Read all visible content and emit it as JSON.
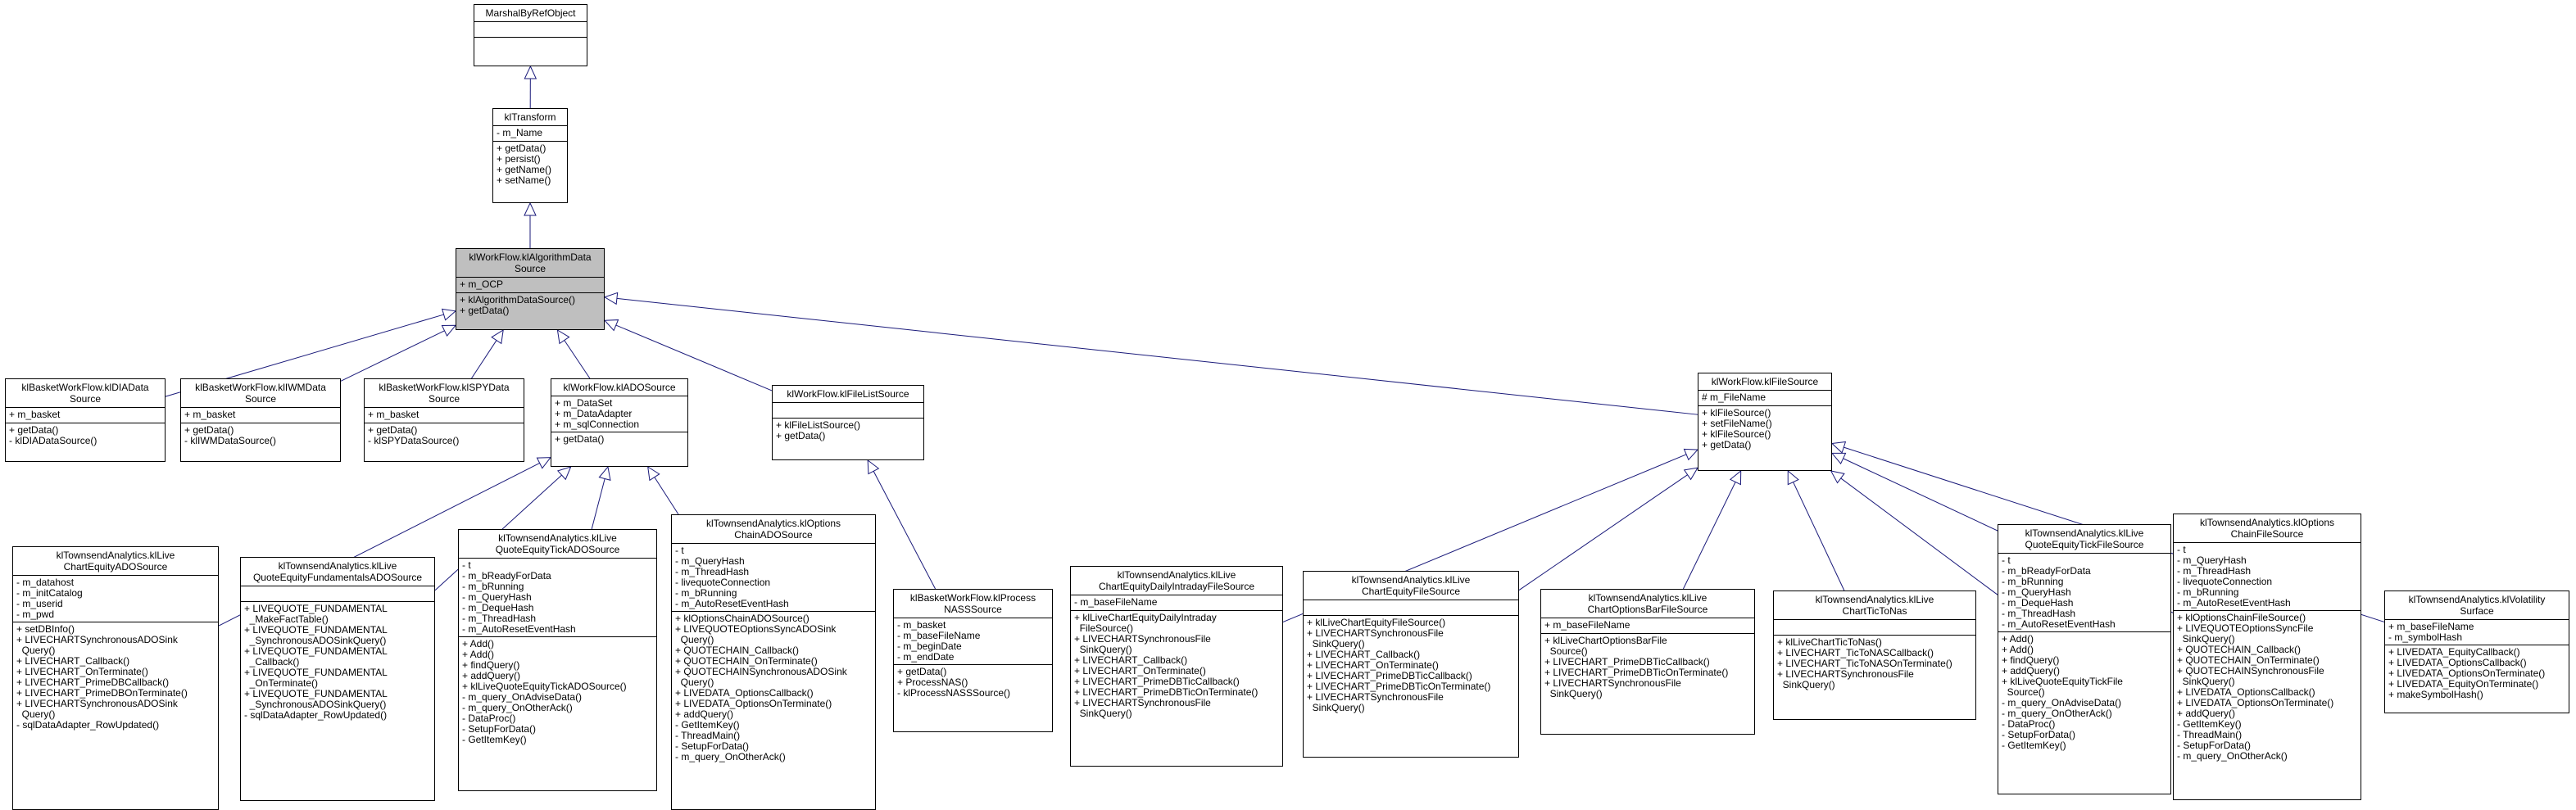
{
  "diagram": {
    "classes": [
      {
        "id": "marshal",
        "name": "MarshalByRefObject",
        "attributes": [],
        "operations": []
      },
      {
        "id": "transform",
        "name": "klTransform",
        "attributes": [
          "- m_Name"
        ],
        "operations": [
          "+ getData()",
          "+ persist()",
          "+ getName()",
          "+ setName()"
        ]
      },
      {
        "id": "algsrc",
        "name": "klWorkFlow.klAlgorithmData\nSource",
        "attributes": [
          "+ m_OCP"
        ],
        "operations": [
          "+ klAlgorithmDataSource()",
          "+ getData()"
        ],
        "highlight": true
      },
      {
        "id": "dia",
        "name": "klBasketWorkFlow.klDIAData\nSource",
        "attributes": [
          "+ m_basket"
        ],
        "operations": [
          "+ getData()",
          "- klDIADataSource()"
        ]
      },
      {
        "id": "iwm",
        "name": "klBasketWorkFlow.klIWMData\nSource",
        "attributes": [
          "+ m_basket"
        ],
        "operations": [
          "+ getData()",
          "- klIWMDataSource()"
        ]
      },
      {
        "id": "spy",
        "name": "klBasketWorkFlow.klSPYData\nSource",
        "attributes": [
          "+ m_basket"
        ],
        "operations": [
          "+ getData()",
          "- klSPYDataSource()"
        ]
      },
      {
        "id": "ado",
        "name": "klWorkFlow.klADOSource",
        "attributes": [
          "+ m_DataSet",
          "+ m_DataAdapter",
          "+ m_sqlConnection"
        ],
        "operations": [
          "+ getData()"
        ]
      },
      {
        "id": "filelist",
        "name": "klWorkFlow.klFileListSource",
        "attributes": [],
        "operations": [
          "+ klFileListSource()",
          "+ getData()"
        ]
      },
      {
        "id": "filesrc",
        "name": "klWorkFlow.klFileSource",
        "attributes": [
          "# m_FileName"
        ],
        "operations": [
          "+ klFileSource()",
          "+ setFileName()",
          "+ klFileSource()",
          "+ getData()"
        ]
      },
      {
        "id": "lceado",
        "name": "klTownsendAnalytics.klLive\nChartEquityADOSource",
        "attributes": [
          "- m_datahost",
          "- m_initCatalog",
          "- m_userid",
          "- m_pwd"
        ],
        "operations": [
          "+ setDBInfo()",
          "+ LIVECHARTSynchronousADOSink\n  Query()",
          "+ LIVECHART_Callback()",
          "+ LIVECHART_OnTerminate()",
          "+ LIVECHART_PrimeDBCallback()",
          "+ LIVECHART_PrimeDBOnTerminate()",
          "+ LIVECHARTSynchronousADOSink\n  Query()",
          "- sqlDataAdapter_RowUpdated()"
        ]
      },
      {
        "id": "lqefund",
        "name": "klTownsendAnalytics.klLive\nQuoteEquityFundamentalsADOSource",
        "attributes": [],
        "operations": [
          "+ LIVEQUOTE_FUNDAMENTAL\n  _MakeFactTable()",
          "+ LIVEQUOTE_FUNDAMENTAL\n  _SynchronousADOSinkQuery()",
          "+ LIVEQUOTE_FUNDAMENTAL\n  _Callback()",
          "+ LIVEQUOTE_FUNDAMENTAL\n  _OnTerminate()",
          "+ LIVEQUOTE_FUNDAMENTAL\n  _SynchronousADOSinkQuery()",
          "- sqlDataAdapter_RowUpdated()"
        ]
      },
      {
        "id": "lqetick",
        "name": "klTownsendAnalytics.klLive\nQuoteEquityTickADOSource",
        "attributes": [
          "- t",
          "- m_bReadyForData",
          "- m_bRunning",
          "- m_QueryHash",
          "- m_DequeHash",
          "- m_ThreadHash",
          "- m_AutoResetEventHash"
        ],
        "operations": [
          "+ Add()",
          "+ Add()",
          "+ findQuery()",
          "+ addQuery()",
          "+ klLiveQuoteEquityTickADOSource()",
          "- m_query_OnAdviseData()",
          "- m_query_OnOtherAck()",
          "- DataProc()",
          "- SetupForData()",
          "- GetItemKey()"
        ]
      },
      {
        "id": "ocado",
        "name": "klTownsendAnalytics.klOptions\nChainADOSource",
        "attributes": [
          "- t",
          "- m_QueryHash",
          "- m_ThreadHash",
          "- livequoteConnection",
          "- m_bRunning",
          "- m_AutoResetEventHash"
        ],
        "operations": [
          "+ klOptionsChainADOSource()",
          "+ LIVEQUOTEOptionsSyncADOSink\n  Query()",
          "+ QUOTECHAIN_Callback()",
          "+ QUOTECHAIN_OnTerminate()",
          "+ QUOTECHAINSynchronousADOSink\n  Query()",
          "+ LIVEDATA_OptionsCallback()",
          "+ LIVEDATA_OptionsOnTerminate()",
          "+ addQuery()",
          "- GetItemKey()",
          "- ThreadMain()",
          "- SetupForData()",
          "- m_query_OnOtherAck()"
        ]
      },
      {
        "id": "nass",
        "name": "klBasketWorkFlow.klProcess\nNASSSource",
        "attributes": [
          "- m_basket",
          "- m_baseFileName",
          "- m_beginDate",
          "- m_endDate"
        ],
        "operations": [
          "+ getData()",
          "+ ProcessNAS()",
          "- klProcessNASSSource()"
        ]
      },
      {
        "id": "lcedaily",
        "name": "klTownsendAnalytics.klLive\nChartEquityDailyIntradayFileSource",
        "attributes": [
          "- m_baseFileName"
        ],
        "operations": [
          "+ klLiveChartEquityDailyIntraday\n  FileSource()",
          "+ LIVECHARTSynchronousFile\n  SinkQuery()",
          "+ LIVECHART_Callback()",
          "+ LIVECHART_OnTerminate()",
          "+ LIVECHART_PrimeDBTicCallback()",
          "+ LIVECHART_PrimeDBTicOnTerminate()",
          "+ LIVECHARTSynchronousFile\n  SinkQuery()"
        ]
      },
      {
        "id": "lcefile",
        "name": "klTownsendAnalytics.klLive\nChartEquityFileSource",
        "attributes": [],
        "operations": [
          "+ klLiveChartEquityFileSource()",
          "+ LIVECHARTSynchronousFile\n  SinkQuery()",
          "+ LIVECHART_Callback()",
          "+ LIVECHART_OnTerminate()",
          "+ LIVECHART_PrimeDBTicCallback()",
          "+ LIVECHART_PrimeDBTicOnTerminate()",
          "+ LIVECHARTSynchronousFile\n  SinkQuery()"
        ]
      },
      {
        "id": "lcobar",
        "name": "klTownsendAnalytics.klLive\nChartOptionsBarFileSource",
        "attributes": [
          "+ m_baseFileName"
        ],
        "operations": [
          "+ klLiveChartOptionsBarFile\n  Source()",
          "+ LIVECHART_PrimeDBTicCallback()",
          "+ LIVECHART_PrimeDBTicOnTerminate()",
          "+ LIVECHARTSynchronousFile\n  SinkQuery()"
        ]
      },
      {
        "id": "lcticnas",
        "name": "klTownsendAnalytics.klLive\nChartTicToNas",
        "attributes": [],
        "operations": [
          "+ klLiveChartTicToNas()",
          "+ LIVECHART_TicToNASCallback()",
          "+ LIVECHART_TicToNASOnTerminate()",
          "+ LIVECHARTSynchronousFile\n  SinkQuery()"
        ]
      },
      {
        "id": "lqetickfile",
        "name": "klTownsendAnalytics.klLive\nQuoteEquityTickFileSource",
        "attributes": [
          "- t",
          "- m_bReadyForData",
          "- m_bRunning",
          "- m_QueryHash",
          "- m_DequeHash",
          "- m_ThreadHash",
          "- m_AutoResetEventHash"
        ],
        "operations": [
          "+ Add()",
          "+ Add()",
          "+ findQuery()",
          "+ addQuery()",
          "+ klLiveQuoteEquityTickFile\n  Source()",
          "- m_query_OnAdviseData()",
          "- m_query_OnOtherAck()",
          "- DataProc()",
          "- SetupForData()",
          "- GetItemKey()"
        ]
      },
      {
        "id": "ocfile",
        "name": "klTownsendAnalytics.klOptions\nChainFileSource",
        "attributes": [
          "- t",
          "- m_QueryHash",
          "- m_ThreadHash",
          "- livequoteConnection",
          "- m_bRunning",
          "- m_AutoResetEventHash"
        ],
        "operations": [
          "+ klOptionsChainFileSource()",
          "+ LIVEQUOTEOptionsSyncFile\n  SinkQuery()",
          "+ QUOTECHAIN_Callback()",
          "+ QUOTECHAIN_OnTerminate()",
          "+ QUOTECHAINSynchronousFile\n  SinkQuery()",
          "+ LIVEDATA_OptionsCallback()",
          "+ LIVEDATA_OptionsOnTerminate()",
          "+ addQuery()",
          "- GetItemKey()",
          "- ThreadMain()",
          "- SetupForData()",
          "- m_query_OnOtherAck()"
        ]
      },
      {
        "id": "vol",
        "name": "klTownsendAnalytics.klVolatility\nSurface",
        "attributes": [
          "+ m_baseFileName",
          "- m_symbolHash"
        ],
        "operations": [
          "+ LIVEDATA_EquityCallback()",
          "+ LIVEDATA_OptionsCallback()",
          "+ LIVEDATA_OptionsOnTerminate()",
          "+ LIVEDATA_EquityOnTerminate()",
          "+ makeSymbolHash()"
        ]
      }
    ],
    "inheritance": [
      [
        "transform",
        "marshal"
      ],
      [
        "algsrc",
        "transform"
      ],
      [
        "dia",
        "algsrc"
      ],
      [
        "iwm",
        "algsrc"
      ],
      [
        "spy",
        "algsrc"
      ],
      [
        "ado",
        "algsrc"
      ],
      [
        "filelist",
        "algsrc"
      ],
      [
        "filesrc",
        "algsrc"
      ],
      [
        "lceado",
        "ado"
      ],
      [
        "lqefund",
        "ado"
      ],
      [
        "lqetick",
        "ado"
      ],
      [
        "ocado",
        "ado"
      ],
      [
        "nass",
        "filelist"
      ],
      [
        "lcedaily",
        "filesrc"
      ],
      [
        "lcefile",
        "filesrc"
      ],
      [
        "lcobar",
        "filesrc"
      ],
      [
        "lcticnas",
        "filesrc"
      ],
      [
        "lqetickfile",
        "filesrc"
      ],
      [
        "ocfile",
        "filesrc"
      ],
      [
        "vol",
        "filesrc"
      ]
    ],
    "colors": {
      "edge": "#1a1a7a",
      "highlight": "#bfbfbf",
      "border": "#000000"
    }
  }
}
